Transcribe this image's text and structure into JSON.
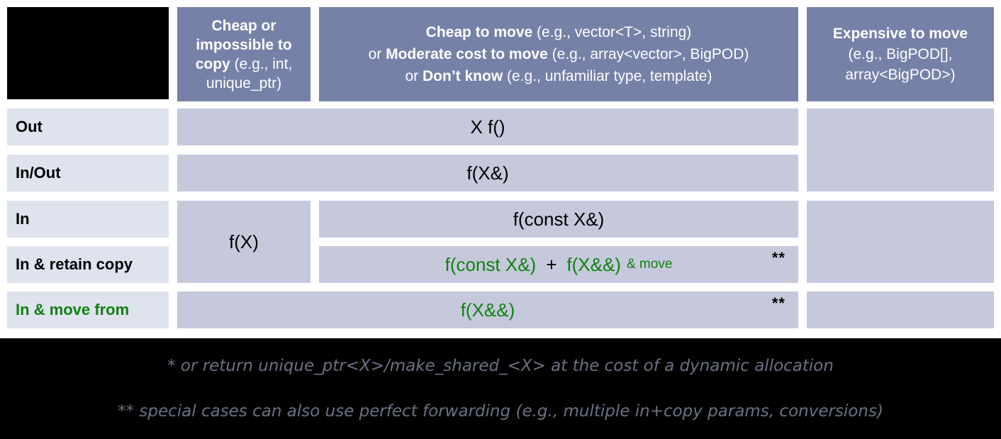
{
  "title": "C++ parameter and return passing guidelines",
  "colors": {
    "header_blue": "#7681a8",
    "body_cell": "#c5c9db",
    "row_label": "#dfe3ee",
    "green": "#118011",
    "black": "#000000",
    "footnote_gray": "#6b7183"
  },
  "corner": {
    "label": ""
  },
  "columns": [
    {
      "id": "cheap-or-impossible-to-copy",
      "bold_lead": "Cheap or impossible to copy",
      "examples": "(e.g., int, unique_ptr)"
    },
    {
      "id": "cheap-to-move",
      "line1_bold": "Cheap to move",
      "line1_rest": "(e.g., vector<T>, string)",
      "line2_prefix": "or ",
      "line2_bold": "Moderate cost to move",
      "line2_rest": "(e.g., array<vector>, BigPOD)",
      "line3_prefix": "or ",
      "line3_bold": "Don’t know",
      "line3_rest": "(e.g., unfamiliar type, template)"
    },
    {
      "id": "expensive-to-move",
      "bold_lead": "Expensive to move",
      "examples_line1": "(e.g., BigPOD[],",
      "examples_line2": "array<BigPOD>)"
    }
  ],
  "rows": [
    {
      "id": "out",
      "label": "Out",
      "green": false
    },
    {
      "id": "in-out",
      "label": "In/Out",
      "green": false
    },
    {
      "id": "in",
      "label": "In",
      "green": false
    },
    {
      "id": "in-retain-copy",
      "label": "In & retain copy",
      "green": false
    },
    {
      "id": "in-move-from",
      "label": "In & move from",
      "green": true
    }
  ],
  "cells": {
    "out_mid": {
      "text": "X f()",
      "green": false,
      "star": ""
    },
    "inout_all": {
      "text": "f(X&)",
      "green": false,
      "star": ""
    },
    "in_col2": {
      "text": "f(X)",
      "green": false,
      "star": ""
    },
    "in_mid": {
      "text": "f(const X&)",
      "green": false,
      "star": ""
    },
    "retain_left": {
      "text": "f(const X&)",
      "green": true,
      "star": ""
    },
    "retain_plus": {
      "text": "+"
    },
    "retain_right": {
      "text": "f(X&&)",
      "green": true
    },
    "retain_right_note": {
      "text": "& move"
    },
    "retain_star": {
      "text": "**"
    },
    "movefrom_mid": {
      "text": "f(X&&)",
      "green": true,
      "star": "**"
    }
  },
  "footnotes": {
    "one": "* or return unique_ptr<X>/make_shared_<X> at the cost of a dynamic allocation",
    "two": "** special cases can also use perfect forwarding (e.g., multiple in+copy params, conversions)"
  }
}
